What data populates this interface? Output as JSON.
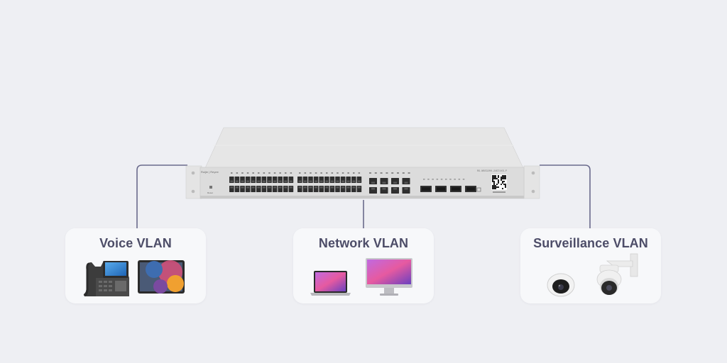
{
  "switch": {
    "brand": "Ruijie | Reyee",
    "model": "RG-NBS3200-24GT4XS-P",
    "reset_label": "Reset"
  },
  "vlans": [
    {
      "title": "Voice VLAN",
      "devices": [
        "ip-phone",
        "tablet"
      ]
    },
    {
      "title": "Network VLAN",
      "devices": [
        "laptop",
        "desktop-monitor"
      ]
    },
    {
      "title": "Surveillance VLAN",
      "devices": [
        "dome-camera",
        "ptz-camera"
      ]
    }
  ],
  "colors": {
    "background": "#eeeff3",
    "card": "#f7f8fa",
    "connector": "#6a6a8c",
    "title": "#4d4d68",
    "chassis": "#dedede"
  }
}
